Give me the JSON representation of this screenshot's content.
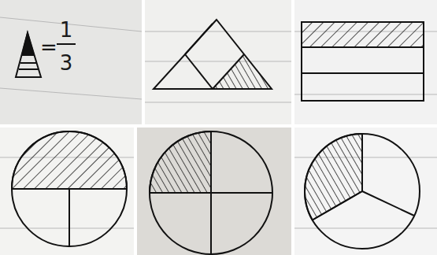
{
  "diagram": {
    "labels": [
      "=",
      "1",
      "3"
    ]
  }
}
